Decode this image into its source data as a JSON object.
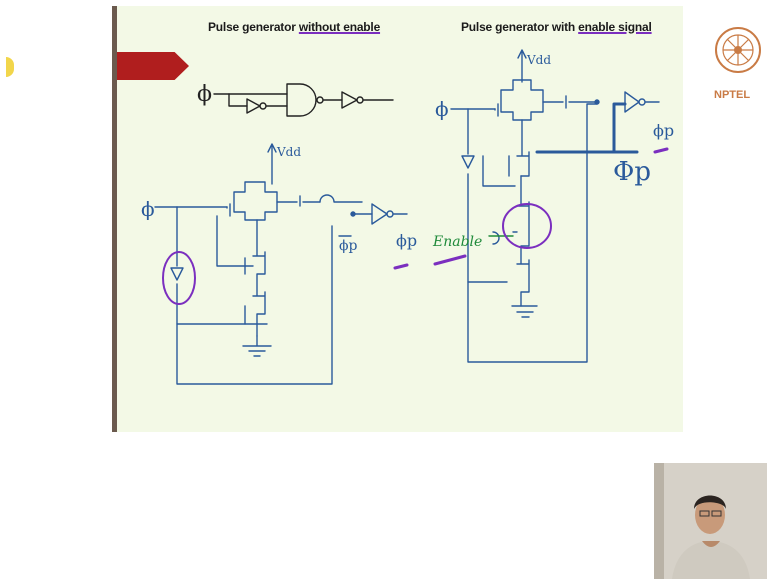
{
  "slide": {
    "title_left_prefix": "Pulse generator ",
    "title_left_emph": "without enable",
    "title_right_prefix": "Pulse generator with ",
    "title_right_emph": "enable signal",
    "labels": {
      "phi": "ϕ",
      "vdd": "Vdd",
      "phi_p": "ϕp",
      "phi_p_bar": "ϕp",
      "enable": "Enable",
      "phi_p_large": "Φp"
    }
  },
  "branding": {
    "logo_text": "NPTEL"
  },
  "colors": {
    "slide_bg": "#f3f9e6",
    "ink": "#2a5a9b",
    "highlight": "#7b2fbf",
    "enable_green": "#1f8a3a",
    "accent_red": "#b01e1e",
    "logo": "#c97b45"
  }
}
